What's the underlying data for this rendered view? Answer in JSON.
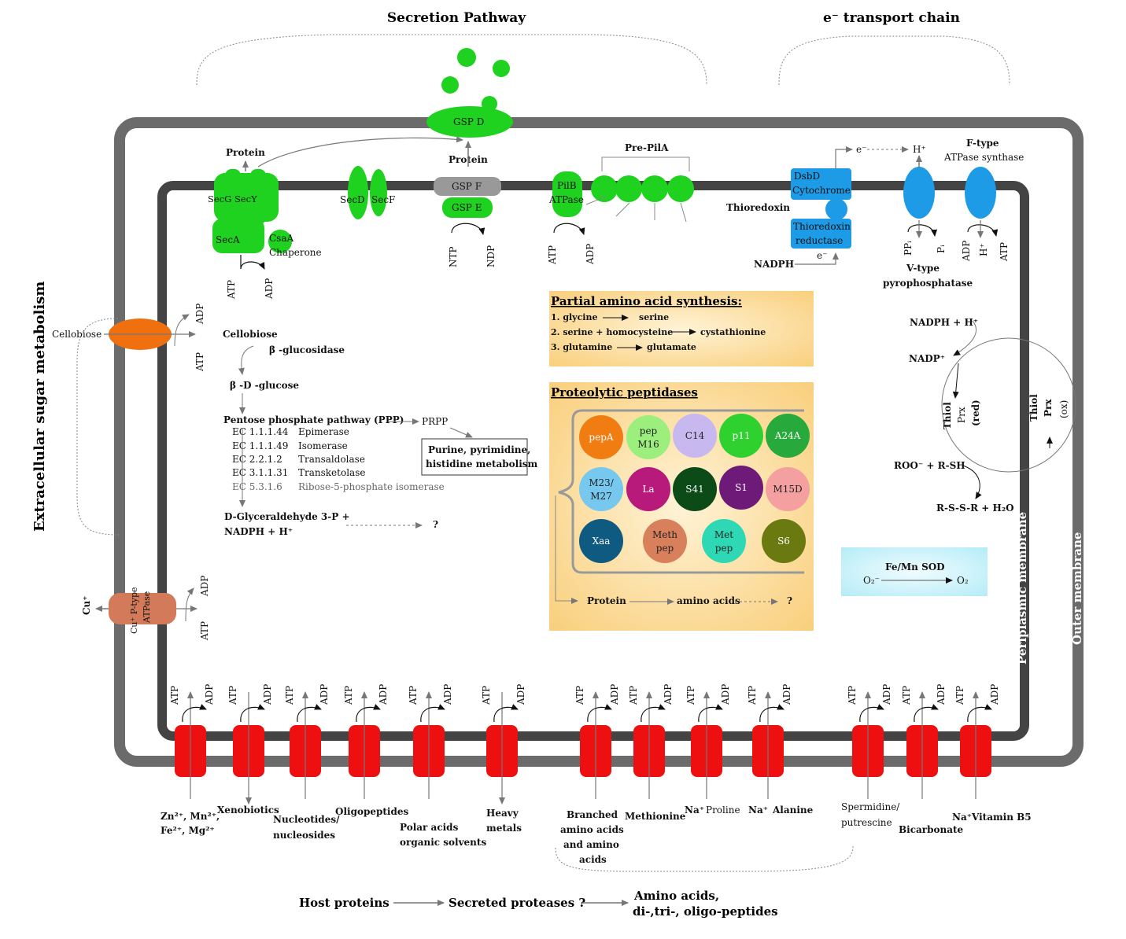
{
  "headers": {
    "secretion": "Secretion Pathway",
    "etc": "e⁻ transport chain",
    "extracellular": "Extracellular sugar metabolism",
    "periplasmic": "Periplasmic membrane",
    "outer": "Outer membrane"
  },
  "secretion": {
    "protein_top": "Protein",
    "protein_mid": "Protein",
    "secg_secy": "SecG SecY",
    "seca": "SecA",
    "csaa": "CsaA",
    "chaperone": "Chaperone",
    "atp": "ATP",
    "adp": "ADP",
    "secd": "SecD",
    "secf": "SecF",
    "gspd": "GSP D",
    "gspf": "GSP F",
    "gspe": "GSP E",
    "ntp": "NTP",
    "ndp": "NDP",
    "pilb": "PilB",
    "pilb_atpase": "ATPase",
    "atp2": "ATP",
    "adp2": "ADP",
    "prepila": "Pre-PilA"
  },
  "etc": {
    "e1": "e⁻",
    "h1": "H⁺",
    "dsbd": "DsbD",
    "cytochrome": "Cytochrome",
    "thioredoxin": "Thioredoxin",
    "thioredoxin_reductase": "Thioredoxin",
    "reductase": "reductase",
    "e2": "e⁻",
    "nadph": "NADPH",
    "ppi": "PPᵢ",
    "pi": "Pᵢ",
    "vtype": "V-type",
    "pyrophosphatase": "pyrophosphatase",
    "ftype": "F-type",
    "atp_synthase": "ATPase synthase",
    "adp": "ADP",
    "hplus": "H⁺",
    "atp": "ATP"
  },
  "sugar": {
    "cellobiose_out": "Cellobiose",
    "adp": "ADP",
    "atp": "ATP",
    "cellobiose_in": "Cellobiose",
    "bglucosidase": "β -glucosidase",
    "bdglucose": "β -D -glucose",
    "ppp": "Pentose phosphate pathway (PPP)",
    "prpp": "PRPP",
    "purine1": "Purine, pyrimidine,",
    "purine2": "histidine metabolism",
    "ec": [
      {
        "code": "EC 1.1.1.44",
        "name": "Epimerase"
      },
      {
        "code": "EC 1.1.1.49",
        "name": "Isomerase"
      },
      {
        "code": "EC 2.2.1.2",
        "name": "Transaldolase"
      },
      {
        "code": "EC 3.1.1.31",
        "name": "Transketolase"
      },
      {
        "code": "EC 5.3.1.6",
        "name": "Ribose-5-phosphate isomerase"
      }
    ],
    "dglyc1": "D-Glyceraldehyde 3-P +",
    "dglyc2": "NADPH + H⁺",
    "q": "?"
  },
  "copper": {
    "cu_out": "Cu⁺",
    "cu_in": "Cu⁺ P-type",
    "atpase": "ATPase",
    "adp": "ADP",
    "atp": "ATP"
  },
  "aa_synthesis": {
    "title": "Partial amino acid synthesis:",
    "rows": [
      {
        "a": "1. glycine",
        "b": "serine"
      },
      {
        "a": "2. serine + homocysteine",
        "b": "cystathionine"
      },
      {
        "a": "3. glutamine",
        "b": "glutamate"
      }
    ]
  },
  "peptidases": {
    "title": "Proteolytic peptidases",
    "circles": [
      {
        "l1": "pepA",
        "l2": "",
        "color": "#f07c12"
      },
      {
        "l1": "pep",
        "l2": "M16",
        "color": "#9cef7c"
      },
      {
        "l1": "C14",
        "l2": "",
        "color": "#c8b8f0"
      },
      {
        "l1": "p11",
        "l2": "",
        "color": "#2ed12e"
      },
      {
        "l1": "A24A",
        "l2": "",
        "color": "#28a93c"
      },
      {
        "l1": "M23/",
        "l2": "M27",
        "color": "#76c8ee"
      },
      {
        "l1": "La",
        "l2": "",
        "color": "#b81a7c"
      },
      {
        "l1": "S41",
        "l2": "",
        "color": "#0c4a18"
      },
      {
        "l1": "S1",
        "l2": "",
        "color": "#6e1a78"
      },
      {
        "l1": "M15D",
        "l2": "",
        "color": "#f4a0a0"
      },
      {
        "l1": "Xaa",
        "l2": "",
        "color": "#0e5a80"
      },
      {
        "l1": "Meth",
        "l2": "pep",
        "color": "#d87f5c"
      },
      {
        "l1": "Met",
        "l2": "pep",
        "color": "#2ed8b4"
      },
      {
        "l1": "S6",
        "l2": "",
        "color": "#6a7a10"
      }
    ],
    "protein": "Protein",
    "amino_acids": "amino acids",
    "q": "?"
  },
  "thiol": {
    "nadph_h": "NADPH + H⁺",
    "nadp": "NADP⁺",
    "red1": "Thiol",
    "red2": "Prx",
    "red3": "(red)",
    "ox1": "Thiol",
    "ox2": "Prx",
    "ox3": "(ox)",
    "roo": "ROO⁻ + R-SH",
    "rssr": "R-S-S-R + H₂O"
  },
  "sod": {
    "title": "Fe/Mn SOD",
    "o2a": "O₂⁻",
    "o2b": "O₂"
  },
  "transporters": [
    {
      "l1": "Zn²⁺, Mn²⁺,",
      "l2": "Fe²⁺, Mg²⁺",
      "l3": "",
      "l4": ""
    },
    {
      "l1": "Xenobiotics",
      "l2": "",
      "l3": "",
      "l4": ""
    },
    {
      "l1": "Nucleotides/",
      "l2": "nucleosides",
      "l3": "",
      "l4": ""
    },
    {
      "l1": "Oligopeptides",
      "l2": "",
      "l3": "",
      "l4": ""
    },
    {
      "l1": "Polar acids",
      "l2": "organic solvents",
      "l3": "",
      "l4": ""
    },
    {
      "l1": "Heavy",
      "l2": "metals",
      "l3": "",
      "l4": ""
    },
    {
      "l1": "Branched",
      "l2": "amino acids",
      "l3": "and amino",
      "l4": "acids"
    },
    {
      "l1": "Methionine",
      "l2": "",
      "l3": "",
      "l4": ""
    },
    {
      "l1": "Na⁺",
      "l2": "Proline",
      "l3": "",
      "l4": ""
    },
    {
      "l1": "Na⁺",
      "l2": "Alanine",
      "l3": "",
      "l4": ""
    },
    {
      "l1": "Spermidine/",
      "l2": "putrescine",
      "l3": "",
      "l4": ""
    },
    {
      "l1": "Bicarbonate",
      "l2": "",
      "l3": "",
      "l4": ""
    },
    {
      "l1": "Na⁺",
      "l2": "Vitamin B5",
      "l3": "",
      "l4": ""
    }
  ],
  "atp_label": "ATP",
  "adp_label": "ADP",
  "host": {
    "host_proteins": "Host proteins",
    "secreted": "Secreted proteases ?",
    "amino1": "Amino acids,",
    "amino2": "di-,tri-, oligo-peptides"
  },
  "colors": {
    "membrane": "#666666",
    "membrane_inner": "#444444",
    "green": "#1fd21f",
    "blue": "#1e9be6",
    "red": "#ee1010",
    "orange": "#f07010",
    "copper": "#d27a5a",
    "gray_protein": "#999999",
    "yellow_box": "#fbd78c",
    "sod_box": "#c4f0f8"
  }
}
